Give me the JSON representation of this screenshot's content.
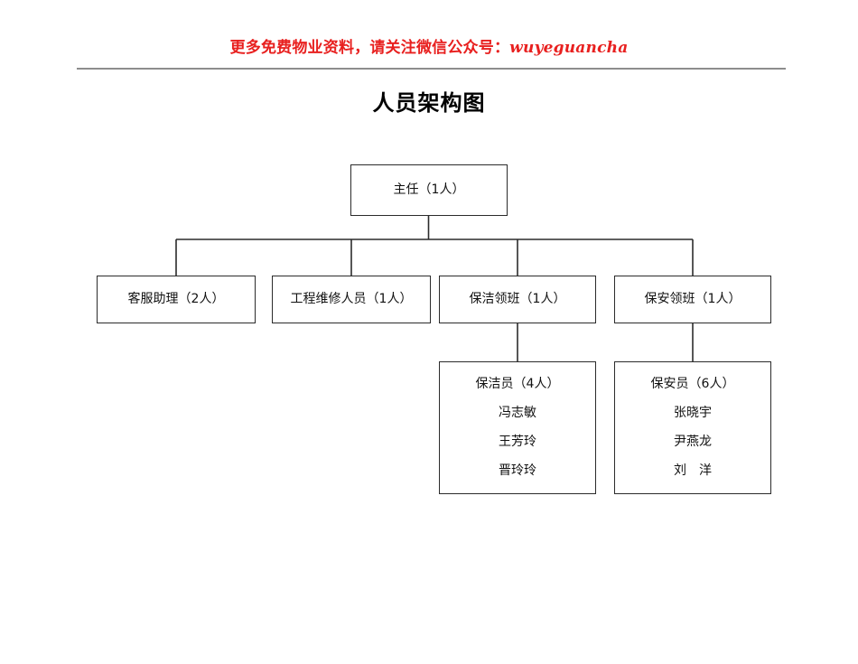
{
  "header": {
    "banner_cn": "更多免费物业资料，请关注微信公众号：",
    "banner_latin": "wuyeguancha",
    "banner_color": "#e8201f",
    "rule_color": "#8d8d8d"
  },
  "title": "人员架构图",
  "chart_data": {
    "type": "diagram",
    "diagram_kind": "organization-chart",
    "orientation": "top-down",
    "title": "人员架构图",
    "line_color": "#2b2b2b",
    "box_fill": "#ffffff",
    "levels": 3,
    "nodes": [
      {
        "id": "root",
        "level": 1,
        "label": "主任（1人）",
        "role": "主任",
        "headcount": 1,
        "members": []
      },
      {
        "id": "l2-1",
        "level": 2,
        "label": "客服助理（2人）",
        "role": "客服助理",
        "headcount": 2,
        "parent": "root",
        "members": []
      },
      {
        "id": "l2-2",
        "level": 2,
        "label": "工程维修人员（1人）",
        "role": "工程维修人员",
        "headcount": 1,
        "parent": "root",
        "members": []
      },
      {
        "id": "l2-3",
        "level": 2,
        "label": "保洁领班（1人）",
        "role": "保洁领班",
        "headcount": 1,
        "parent": "root",
        "members": []
      },
      {
        "id": "l2-4",
        "level": 2,
        "label": "保安领班（1人）",
        "role": "保安领班",
        "headcount": 1,
        "parent": "root",
        "members": []
      },
      {
        "id": "l3-1",
        "level": 3,
        "label": "保洁员（4人）",
        "role": "保洁员",
        "headcount": 4,
        "parent": "l2-3",
        "members": [
          "冯志敏",
          "王芳玲",
          "晋玲玲"
        ]
      },
      {
        "id": "l3-2",
        "level": 3,
        "label": "保安员（6人）",
        "role": "保安员",
        "headcount": 6,
        "parent": "l2-4",
        "members": [
          "张晓宇",
          "尹燕龙",
          "刘　洋"
        ]
      }
    ],
    "edges": [
      {
        "from": "root",
        "to": "l2-1"
      },
      {
        "from": "root",
        "to": "l2-2"
      },
      {
        "from": "root",
        "to": "l2-3"
      },
      {
        "from": "root",
        "to": "l2-4"
      },
      {
        "from": "l2-3",
        "to": "l3-1"
      },
      {
        "from": "l2-4",
        "to": "l3-2"
      }
    ]
  }
}
